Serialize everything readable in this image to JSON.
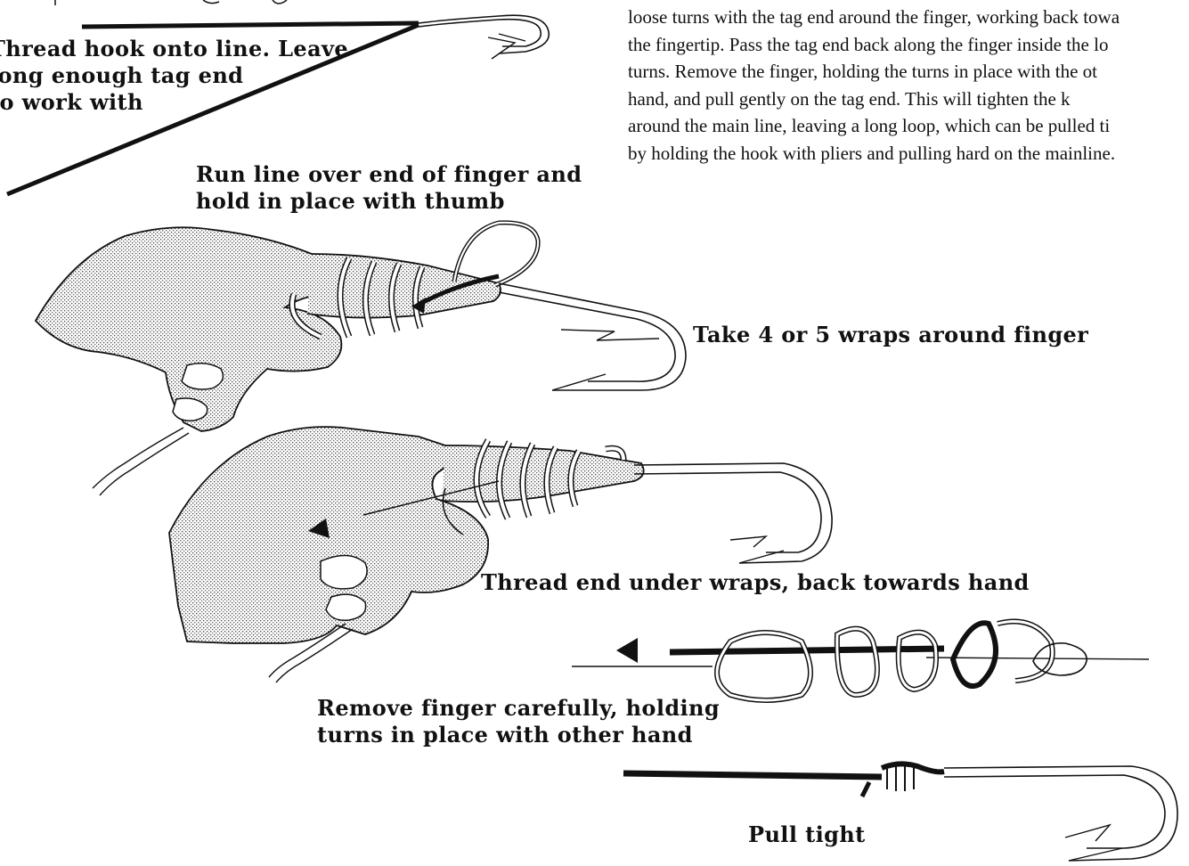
{
  "captions": {
    "thread_hook_lines": [
      "Thread hook onto line. Leave",
      "long enough tag end",
      "to work with"
    ],
    "run_line_lines": [
      "Run line over end of finger and",
      "hold in place with thumb"
    ],
    "take_wraps": "Take 4 or 5 wraps around finger",
    "thread_end": "Thread end under wraps, back towards hand",
    "remove_finger_lines": [
      "Remove finger carefully, holding",
      "turns in place with other hand"
    ],
    "pull_tight": "Pull tight"
  },
  "instructions": {
    "lines": [
      "loose turns with the tag end around the finger, working back towa",
      "the fingertip. Pass the tag end back along the finger inside the lo",
      "turns. Remove the finger, holding the turns in place with the ot",
      "hand, and pull gently on the tag end. This will tighten the k",
      "around the main line, leaving a long loop, which can be pulled ti",
      "by holding the hook with pliers and pulling hard on the mainline."
    ]
  }
}
